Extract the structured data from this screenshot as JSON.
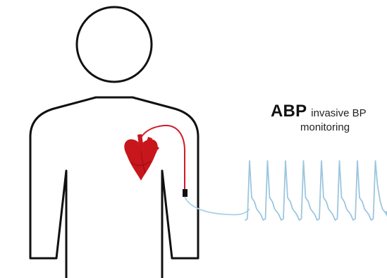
{
  "diagram": {
    "label": {
      "title": "ABP",
      "subtitle_line1": "invasive BP",
      "subtitle_line2": "monitoring"
    },
    "icons": {
      "heart": "anatomical-heart-icon",
      "body": "human-body-outline"
    },
    "colors": {
      "body_outline": "#111111",
      "heart": "#c8161d",
      "catheter": "#d11a2a",
      "transducer": "#111111",
      "tubing": "#a9d3e6",
      "waveform": "#9cc6de"
    },
    "waveform": {
      "beats": 8
    }
  }
}
